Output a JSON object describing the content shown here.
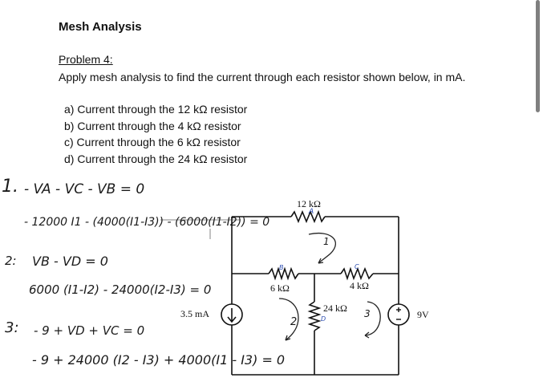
{
  "header": {
    "title": "Mesh Analysis",
    "problem": "Problem 4:",
    "instruction": "Apply mesh analysis to find the current through each resistor shown below, in mA."
  },
  "questions": [
    "a) Current through the 12 kΩ resistor",
    "b) Current through the 4 kΩ resistor",
    "c) Current through the 6 kΩ resistor",
    "d) Current through the 24 kΩ resistor"
  ],
  "handwriting": {
    "eq1_label": "1.",
    "eq1a": "- VA - VC - VB = 0",
    "eq1b": "- 12000 I1 - (4000(I1-I3)) - (6000(I1-I2)) = 0",
    "eq2_label": "2:",
    "eq2a": "VB - VD = 0",
    "eq2b": "6000 (I1-I2) - 24000(I2-I3) = 0",
    "eq3_label": "3:",
    "eq3a": "- 9 + VD + VC = 0",
    "eq3b": "- 9 + 24000 (I2 - I3) + 4000(I1 - I3) = 0"
  },
  "circuit": {
    "r12": "12 kΩ",
    "r6": "6 kΩ",
    "r4": "4 kΩ",
    "r24": "24 kΩ",
    "current_source": "3.5 mA",
    "voltage_source": "9V",
    "mesh1": "1",
    "mesh2": "2",
    "mesh3": "3",
    "tag_a": "A",
    "tag_b": "B",
    "tag_c": "C",
    "tag_d": "D"
  }
}
